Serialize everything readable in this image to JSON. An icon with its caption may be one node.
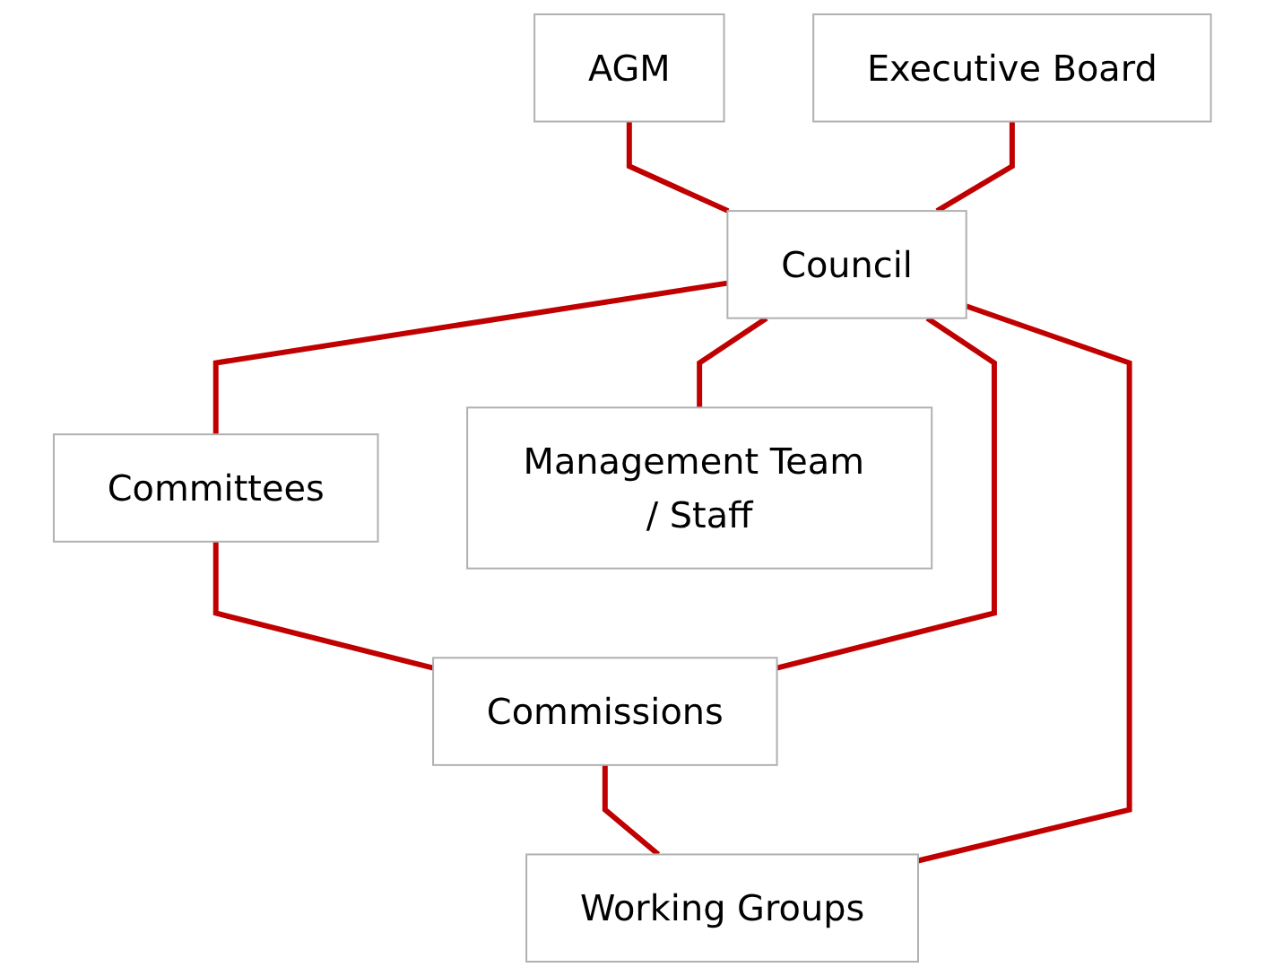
{
  "diagram": {
    "nodes": [
      {
        "text": [
          "AGM"
        ]
      },
      {
        "text": [
          "Council"
        ]
      },
      {
        "text": [
          "Executive Board"
        ]
      },
      {
        "text": [
          "Committees"
        ]
      },
      {
        "text": [
          "Commissions"
        ]
      },
      {
        "text": [
          "Working Groups"
        ]
      },
      {
        "text": [
          "Management Team / Staff"
        ]
      }
    ],
    "edges": [
      {
        "from": 0,
        "to": 1,
        "arrow": "none"
      },
      {
        "from": 1,
        "to": 6,
        "arrow": "none"
      },
      {
        "from": 2,
        "to": 1,
        "arrow": "none"
      },
      {
        "from": 1,
        "to": 3,
        "arrow": "none"
      },
      {
        "from": 3,
        "to": 4,
        "arrow": "none"
      },
      {
        "from": 4,
        "to": 5,
        "arrow": "none"
      },
      {
        "from": 1,
        "to": 4,
        "arrow": "none"
      },
      {
        "from": 1,
        "to": 5,
        "arrow": "none"
      }
    ]
  }
}
